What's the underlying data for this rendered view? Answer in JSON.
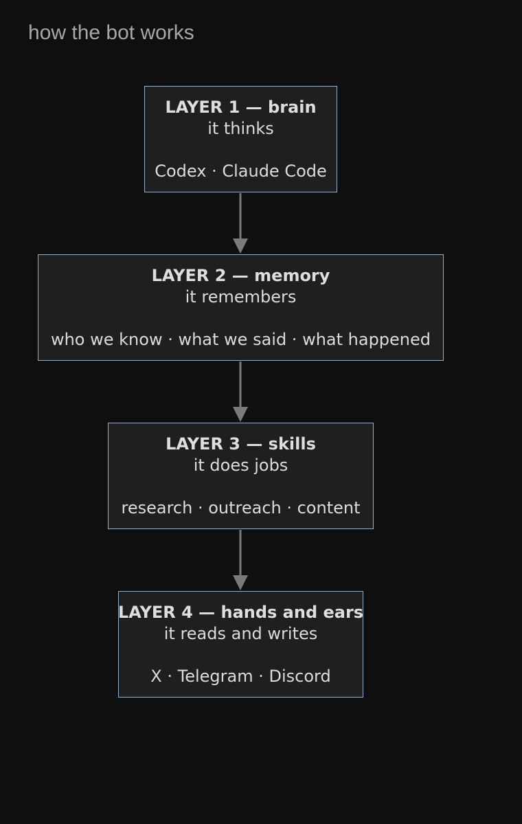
{
  "diagram": {
    "title": "how the bot works",
    "layers": [
      {
        "heading": "LAYER 1 — brain",
        "subtitle": "it thinks",
        "tools": "Codex · Claude Code"
      },
      {
        "heading": "LAYER 2 — memory",
        "subtitle": "it remembers",
        "tools": "who we know · what we said · what happened"
      },
      {
        "heading": "LAYER 3 — skills",
        "subtitle": "it does jobs",
        "tools": "research · outreach · content"
      },
      {
        "heading": "LAYER 4 — hands and ears",
        "subtitle": "it reads and writes",
        "tools": "X · Telegram · Discord"
      }
    ],
    "colors": {
      "background": "#0f0f0f",
      "node_fill": "#1f1f1f",
      "node_border": "#8fb1d3",
      "arrow": "#7a7a7a",
      "title_text": "#a8a8a8"
    }
  }
}
